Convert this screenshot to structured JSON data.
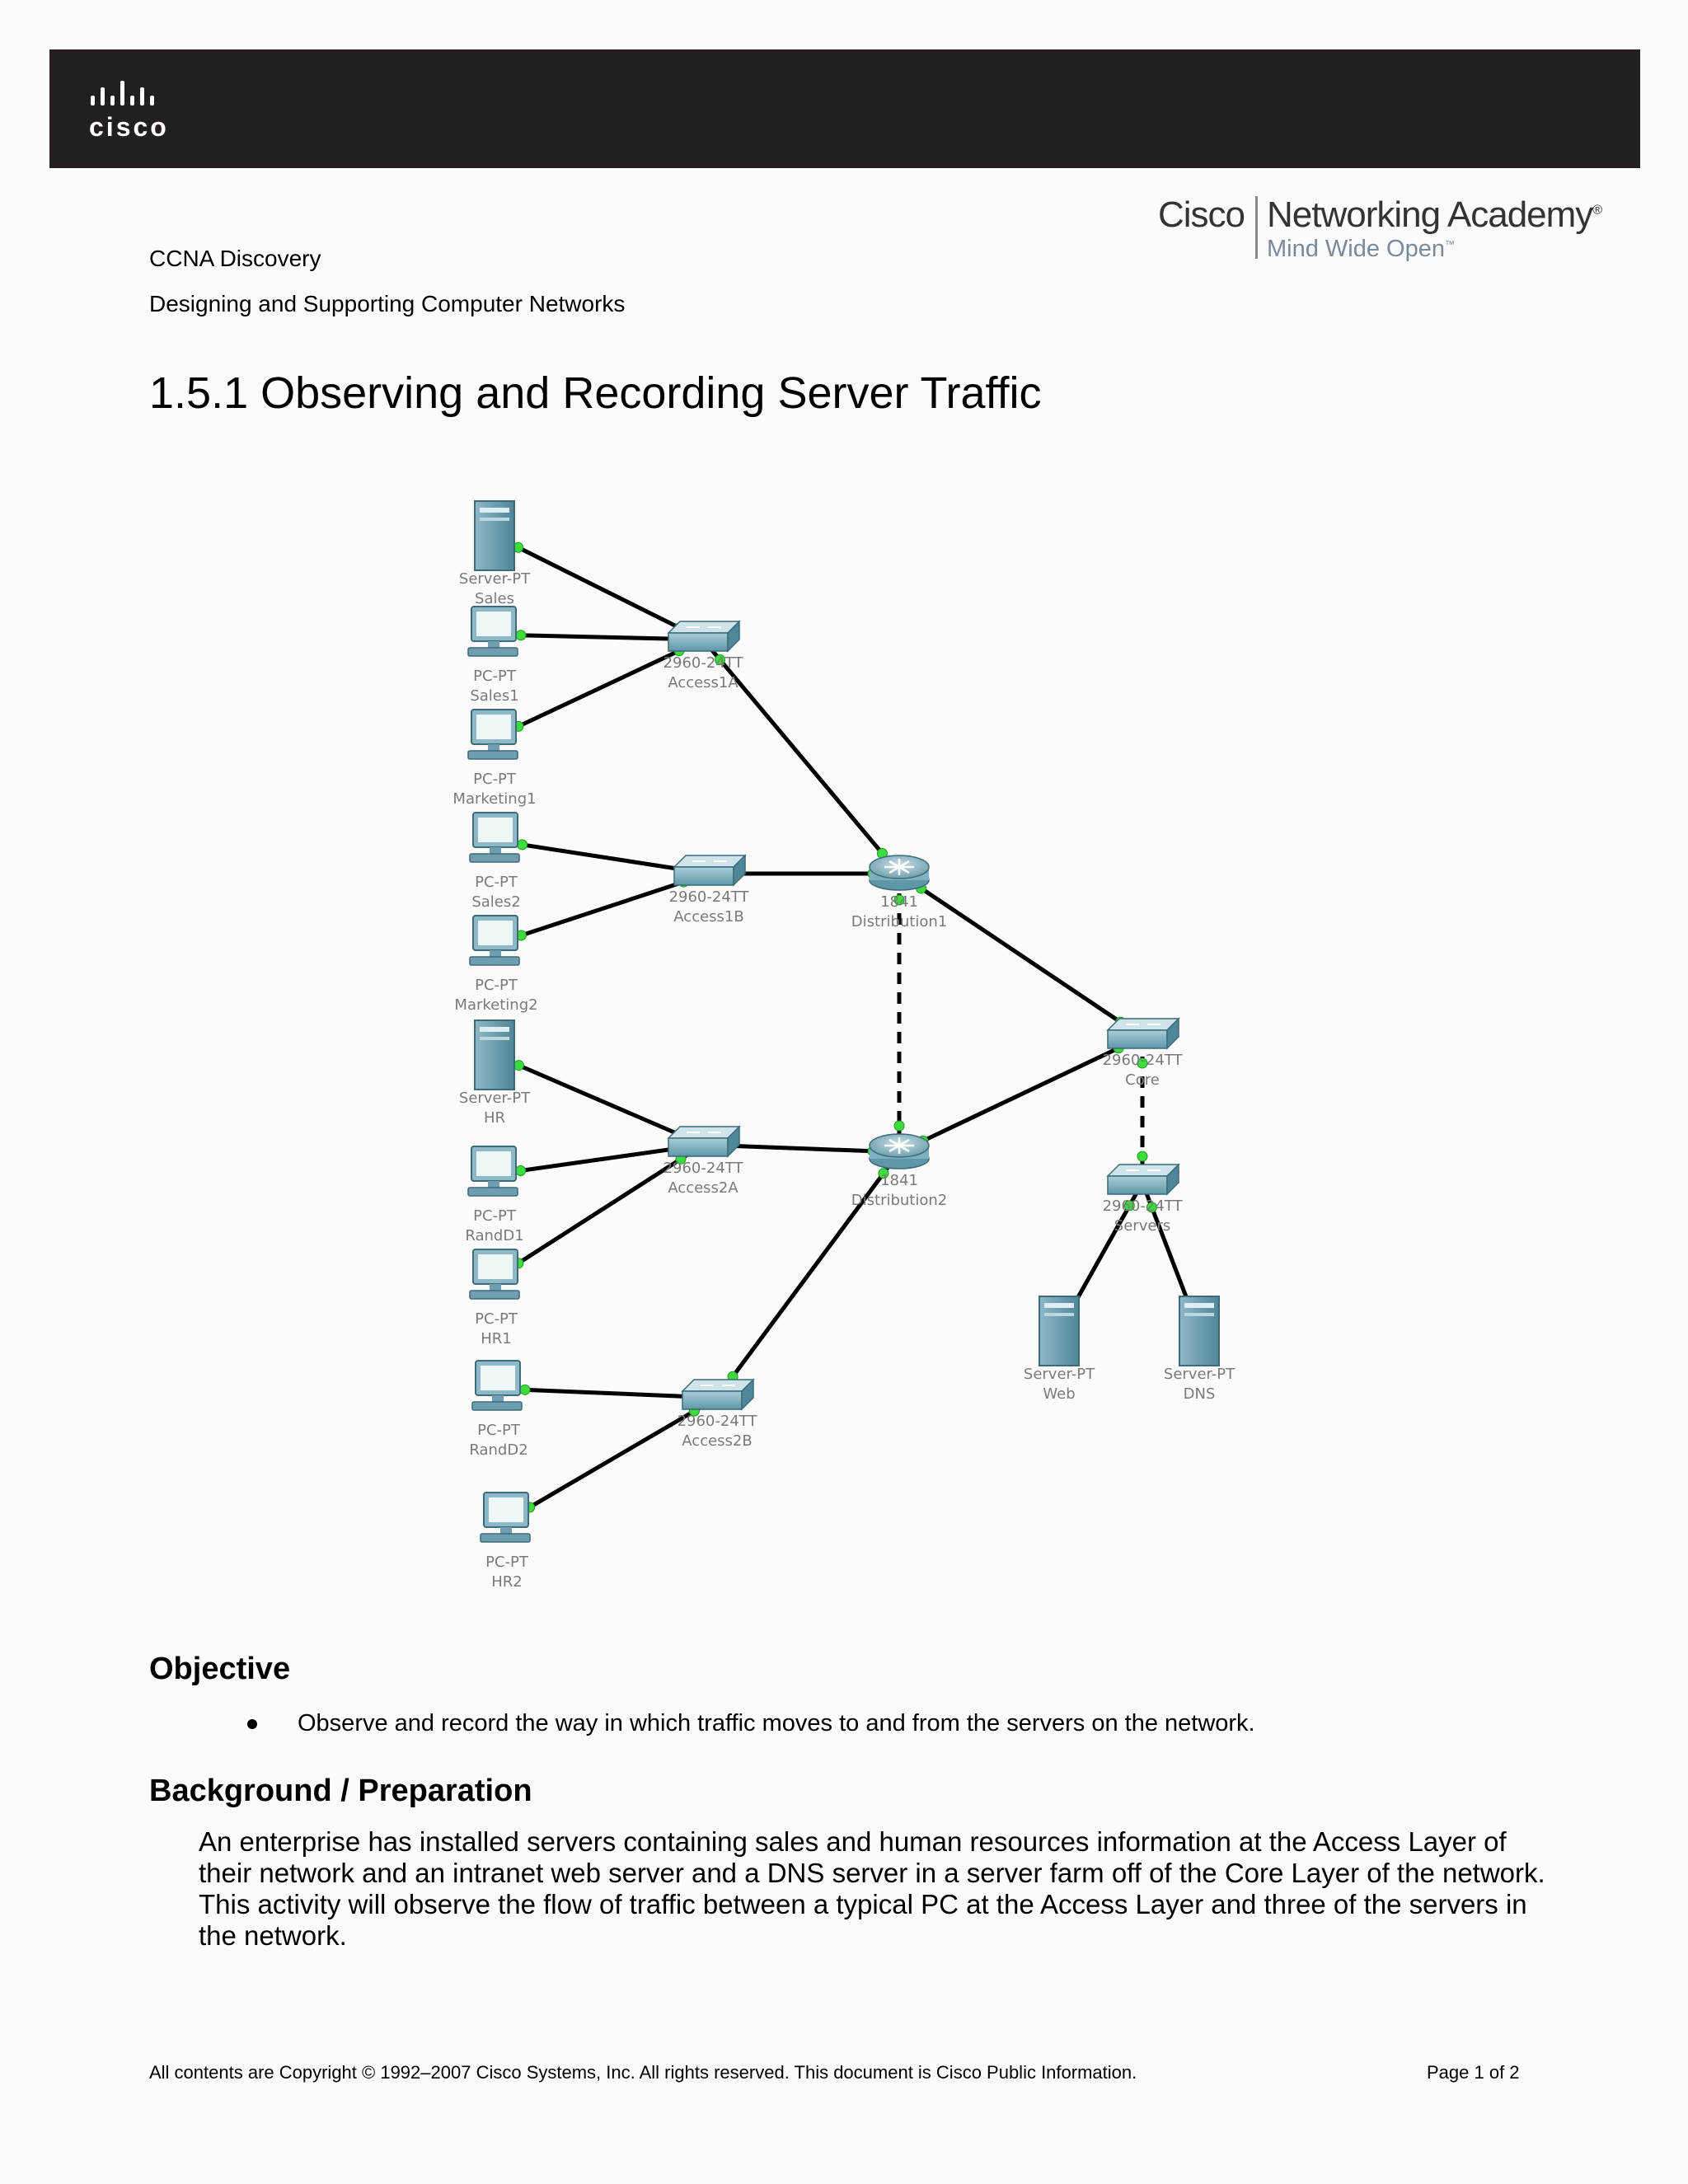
{
  "header": {
    "brand_logo_text": "cisco",
    "academy_cisco": "Cisco",
    "academy_name": "Networking Academy",
    "academy_tagline": "Mind Wide Open"
  },
  "course": {
    "line1": "CCNA Discovery",
    "line2": "Designing and Supporting Computer Networks"
  },
  "title": "1.5.1 Observing and Recording Server Traffic",
  "diagram": {
    "nodes": [
      {
        "id": "server_sales",
        "type": "server",
        "label1": "Server-PT",
        "label2": "Sales"
      },
      {
        "id": "pc_sales1",
        "type": "pc",
        "label1": "PC-PT",
        "label2": "Sales1"
      },
      {
        "id": "pc_marketing1",
        "type": "pc",
        "label1": "PC-PT",
        "label2": "Marketing1"
      },
      {
        "id": "pc_sales2",
        "type": "pc",
        "label1": "PC-PT",
        "label2": "Sales2"
      },
      {
        "id": "pc_marketing2",
        "type": "pc",
        "label1": "PC-PT",
        "label2": "Marketing2"
      },
      {
        "id": "server_hr",
        "type": "server",
        "label1": "Server-PT",
        "label2": "HR"
      },
      {
        "id": "pc_randd1",
        "type": "pc",
        "label1": "PC-PT",
        "label2": "RandD1"
      },
      {
        "id": "pc_hr1",
        "type": "pc",
        "label1": "PC-PT",
        "label2": "HR1"
      },
      {
        "id": "pc_randd2",
        "type": "pc",
        "label1": "PC-PT",
        "label2": "RandD2"
      },
      {
        "id": "pc_hr2",
        "type": "pc",
        "label1": "PC-PT",
        "label2": "HR2"
      },
      {
        "id": "sw_access1a",
        "type": "switch",
        "label1": "2960-24TT",
        "label2": "Access1A"
      },
      {
        "id": "sw_access1b",
        "type": "switch",
        "label1": "2960-24TT",
        "label2": "Access1B"
      },
      {
        "id": "sw_access2a",
        "type": "switch",
        "label1": "2960-24TT",
        "label2": "Access2A"
      },
      {
        "id": "sw_access2b",
        "type": "switch",
        "label1": "2960-24TT",
        "label2": "Access2B"
      },
      {
        "id": "rt_dist1",
        "type": "router",
        "label1": "1841",
        "label2": "Distribution1"
      },
      {
        "id": "rt_dist2",
        "type": "router",
        "label1": "1841",
        "label2": "Distribution2"
      },
      {
        "id": "sw_core",
        "type": "switch",
        "label1": "2960-24TT",
        "label2": "Core"
      },
      {
        "id": "sw_servers",
        "type": "switch",
        "label1": "2960-24TT",
        "label2": "Servers"
      },
      {
        "id": "server_web",
        "type": "server",
        "label1": "Server-PT",
        "label2": "Web"
      },
      {
        "id": "server_dns",
        "type": "server",
        "label1": "Server-PT",
        "label2": "DNS"
      }
    ],
    "links": [
      {
        "from": "server_sales",
        "to": "sw_access1a",
        "style": "solid"
      },
      {
        "from": "pc_sales1",
        "to": "sw_access1a",
        "style": "solid"
      },
      {
        "from": "pc_marketing1",
        "to": "sw_access1a",
        "style": "solid"
      },
      {
        "from": "sw_access1a",
        "to": "rt_dist1",
        "style": "solid"
      },
      {
        "from": "pc_sales2",
        "to": "sw_access1b",
        "style": "solid"
      },
      {
        "from": "pc_marketing2",
        "to": "sw_access1b",
        "style": "solid"
      },
      {
        "from": "sw_access1b",
        "to": "rt_dist1",
        "style": "solid"
      },
      {
        "from": "rt_dist1",
        "to": "rt_dist2",
        "style": "dashed"
      },
      {
        "from": "rt_dist1",
        "to": "sw_core",
        "style": "solid"
      },
      {
        "from": "server_hr",
        "to": "sw_access2a",
        "style": "solid"
      },
      {
        "from": "pc_randd1",
        "to": "sw_access2a",
        "style": "solid"
      },
      {
        "from": "pc_hr1",
        "to": "sw_access2a",
        "style": "solid"
      },
      {
        "from": "sw_access2a",
        "to": "rt_dist2",
        "style": "solid"
      },
      {
        "from": "rt_dist2",
        "to": "sw_core",
        "style": "solid"
      },
      {
        "from": "pc_randd2",
        "to": "sw_access2b",
        "style": "solid"
      },
      {
        "from": "pc_hr2",
        "to": "sw_access2b",
        "style": "solid"
      },
      {
        "from": "sw_access2b",
        "to": "rt_dist2",
        "style": "solid"
      },
      {
        "from": "sw_core",
        "to": "sw_servers",
        "style": "dashed"
      },
      {
        "from": "sw_servers",
        "to": "server_web",
        "style": "solid"
      },
      {
        "from": "sw_servers",
        "to": "server_dns",
        "style": "solid"
      }
    ]
  },
  "objective": {
    "heading": "Objective",
    "bullet": "Observe and record the way in which traffic moves to and from the servers on the network."
  },
  "background": {
    "heading": "Background / Preparation",
    "text": "An enterprise has installed servers containing sales and human resources information at the Access Layer of their network and an intranet web server and a DNS server in a server farm off of the Core Layer of the network.  This activity will observe the flow of traffic between a typical PC at the Access Layer and three of the servers in the network."
  },
  "footer": {
    "copyright": "All contents are Copyright © 1992–2007 Cisco Systems, Inc. All rights reserved. This document is Cisco Public Information.",
    "page": "Page 1 of 2"
  }
}
